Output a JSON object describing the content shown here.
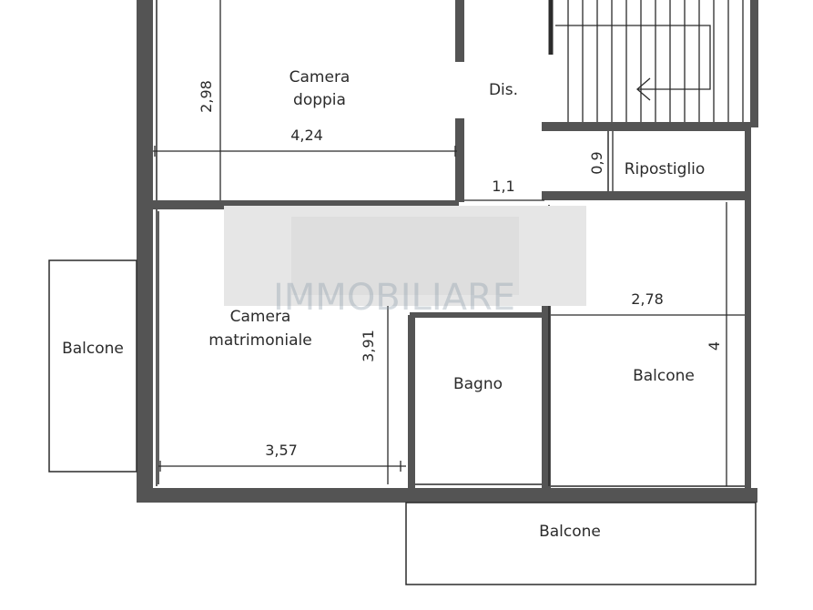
{
  "rooms": {
    "camera_doppia": {
      "line1": "Camera",
      "line2": "doppia"
    },
    "dis": "Dis.",
    "ripostiglio": "Ripostiglio",
    "camera_matrimoniale": {
      "line1": "Camera",
      "line2": "matrimoniale"
    },
    "bagno": "Bagno",
    "balcone_left": "Balcone",
    "balcone_right": "Balcone",
    "balcone_bottom": "Balcone"
  },
  "dimensions": {
    "d_298": "2,98",
    "d_424": "4,24",
    "d_11": "1,1",
    "d_09": "0,9",
    "d_278": "2,78",
    "d_4": "4",
    "d_391": "3,91",
    "d_357": "3,57"
  },
  "watermark": "IMMOBILIARE",
  "colors": {
    "wall": "#545454",
    "line": "#2b2b2b",
    "blur": "#e6e6e6"
  }
}
